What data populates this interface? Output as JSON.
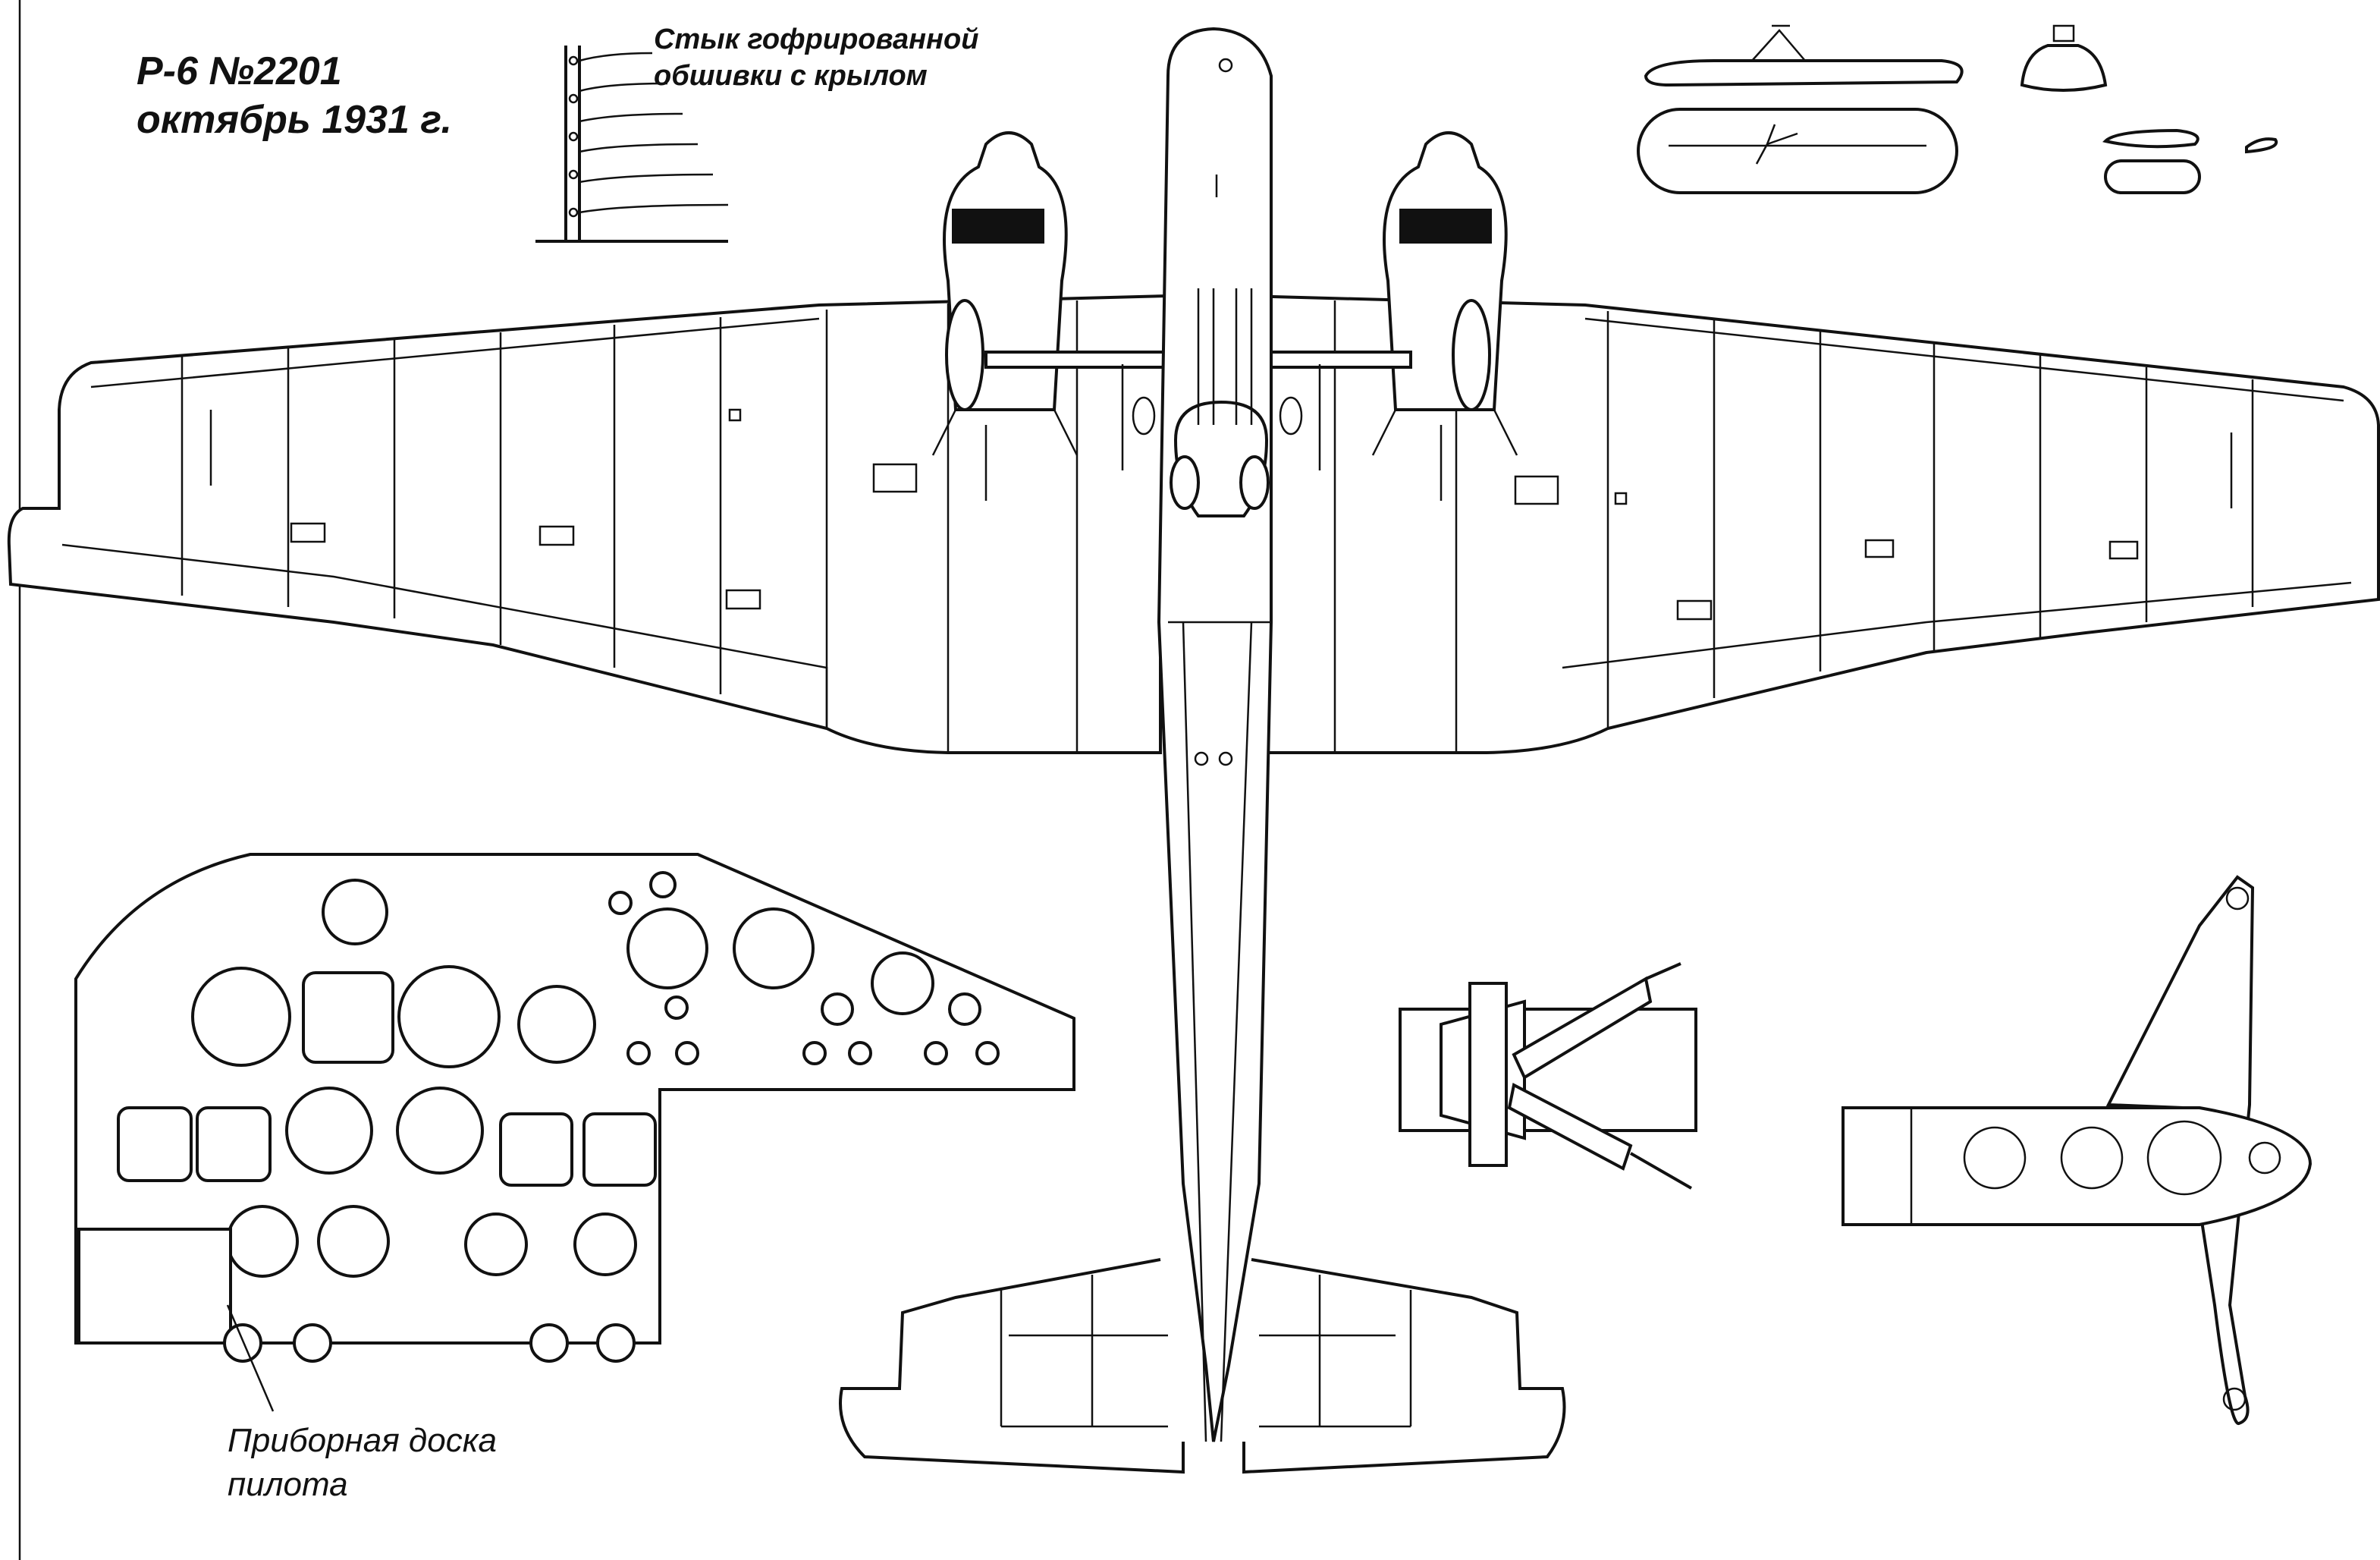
{
  "labels": {
    "title_line1": "Р-6 №2201",
    "title_line2": "октябрь 1931 г.",
    "joint_line1": "Стык гофрированной",
    "joint_line2": "обшивки с крылом",
    "panel_line1": "Приборная доска",
    "panel_line2": "пилота"
  },
  "views": [
    {
      "id": "plan-view",
      "icon": "aircraft-top-view"
    },
    {
      "id": "corrugation-detail",
      "icon": "corrugated-skin-joint"
    },
    {
      "id": "instrument-panel",
      "icon": "instrument-panel"
    },
    {
      "id": "gun-mount-detail",
      "icon": "gun-turret-mount"
    },
    {
      "id": "tail-fuselage-detail",
      "icon": "tail-section"
    },
    {
      "id": "float-views",
      "icon": "floats"
    }
  ],
  "colors": {
    "ink": "#111111",
    "paper": "#ffffff"
  }
}
